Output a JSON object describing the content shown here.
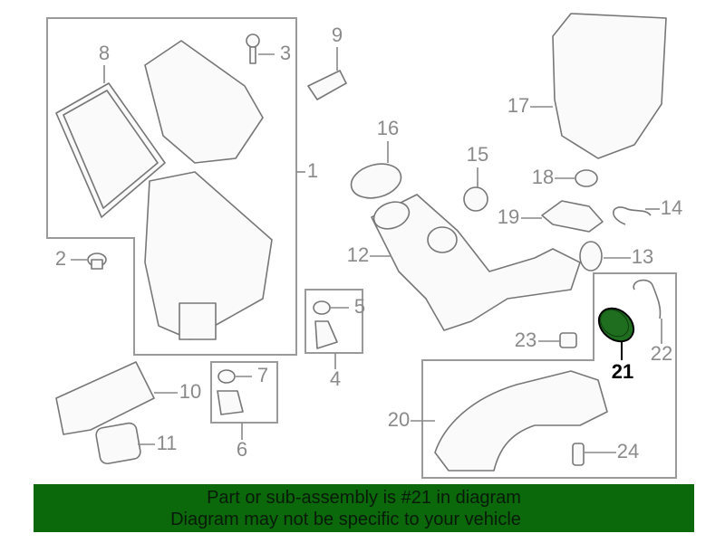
{
  "diagram": {
    "highlighted_part": "21",
    "highlight_color": "#1f6e1f",
    "labels": [
      "1",
      "2",
      "3",
      "4",
      "5",
      "6",
      "7",
      "8",
      "9",
      "10",
      "11",
      "12",
      "13",
      "14",
      "15",
      "16",
      "17",
      "18",
      "19",
      "20",
      "21",
      "22",
      "23",
      "24"
    ]
  },
  "banner": {
    "line1": "Part or sub-assembly is #21 in diagram",
    "line2": "Diagram may not be specific to your vehicle",
    "color": "#0b690b"
  }
}
